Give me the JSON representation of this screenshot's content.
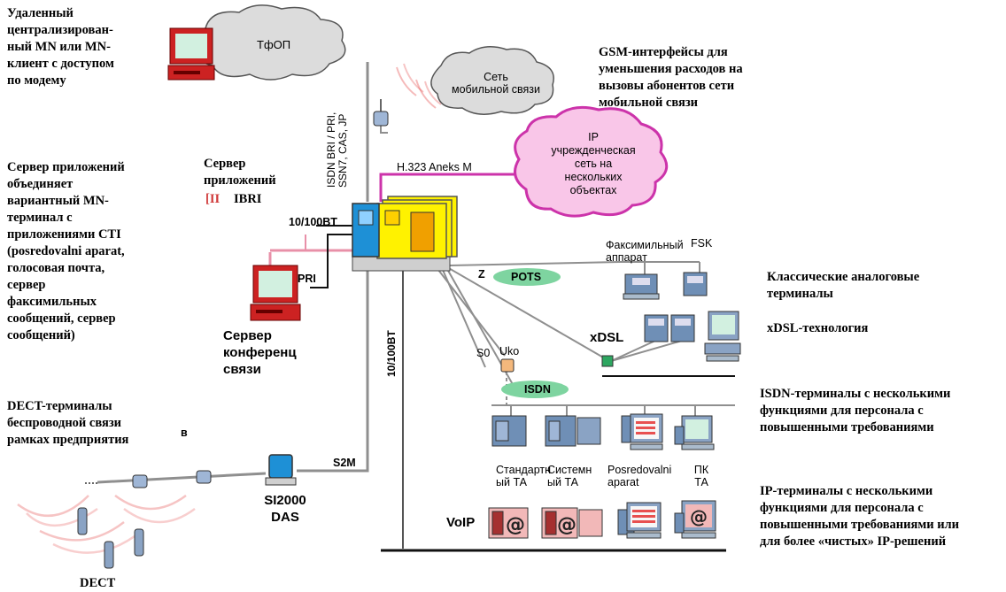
{
  "colors": {
    "cloud_fill": "#dcdcdc",
    "ip_cloud_fill": "#f9c6e8",
    "ip_cloud_stroke": "#cc33aa",
    "pbx_yellow": "#fff200",
    "pbx_blue": "#1e90d6",
    "line_gray": "#8f8f8f",
    "pill_green": "#7ed4a0",
    "monitor_red": "#cc2222",
    "wave_red": "#e23a3a"
  },
  "notes": {
    "remote_mn": "Удаленный\nцентрализирован-\nный MN или MN-\nклиент с доступом\nпо модему",
    "gsm": "GSM-интерфейсы для\nуменьшения расходов на\nвызовы абонентов сети\nмобильной связи",
    "app_server_desc": "Сервер приложений\nобъединяет\nвариантный MN-\nтерминал с\nприложениями CTI\n(posredovalni aparat,\nголосовая почта,\nсервер\nфаксимильных\nсообщений, сервер\nсообщений)",
    "dect_terminals": "DECT-терминалы\nбеспроводной связи\nрамках предприятия",
    "classic_analog": "Классические аналоговые\nтерминалы",
    "xdsl_tech": "xDSL-технология",
    "isdn_terminals": "ISDN-терминалы с несколькими\nфункциями для персонала с\nповышенными требованиями",
    "ip_terminals": "IP-терминалы с несколькими\nфункциями для персонала с\nповышенными требованиями или\nдля более «чистых» IP-решений",
    "dect": "DECT"
  },
  "clouds": {
    "pstn": "ТфОП",
    "mobile": "Сеть\nмобильной связи",
    "ip_network": "IP\nучрежденческая\nсеть на\nнескольких\nобъектах"
  },
  "labels": {
    "isdn_links": "ISDN BRI / PRI,\nSSN7, CAS, JP",
    "h323": "H.323 Aneks M",
    "app_server_title": "Сервер\nприложений",
    "app_server_bri_mark": "[II",
    "app_server_bri_rest": "IBRI",
    "ethernet_top": "10/100BT",
    "pri": "PRI",
    "conf_server": "Сервер\nконференц\nсвязи",
    "ethernet_vertical": "10/100BT",
    "z": "Z",
    "pots": "POTS",
    "fax_machine": "Факсимильный\nаппарат",
    "fsk": "FSK",
    "xdsl": "xDSL",
    "s0": "S0",
    "uko": "Uko",
    "isdn": "ISDN",
    "std_phone": "Стандартн\nый ТА",
    "sys_phone": "Системн\nый ТА",
    "operator_console": "Posredovalni\naparat",
    "pc_phone": "ПК\nТА",
    "voip": "VoIP",
    "b": "в",
    "s2m": "S2M",
    "si2000_das": "SI2000\nDAS"
  }
}
